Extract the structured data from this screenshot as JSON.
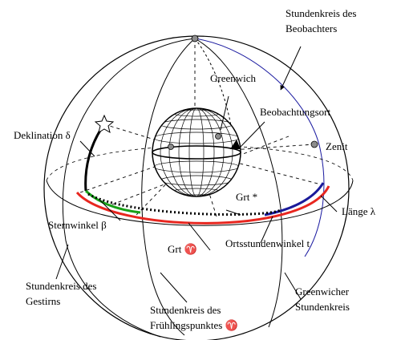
{
  "labels": {
    "stundenkreis_beobachter": [
      "Stundenkreis des",
      "Beobachters"
    ],
    "greenwich": "Greenwich",
    "beobachtungsort": "Beobachtungsort",
    "zenit": "Zenit",
    "deklination": "Deklination δ",
    "sternwinkel": "Sternwinkel β",
    "grt_star": "Grt *",
    "laenge": "Länge λ",
    "ortsstundenwinkel": "Ortsstundenwinkel t",
    "grt_aries": "Grt ♈",
    "stundenkreis_gestirn": [
      "Stundenkreis des",
      "Gestirns"
    ],
    "stundenkreis_fruehling": [
      "Stundenkreis des",
      "Frühlingspunktes ♈"
    ],
    "greenwicher_stundenkreis": [
      "Greenwicher",
      "Stundenkreis"
    ]
  },
  "colors": {
    "line": "#000000",
    "observer_meridian": "#1a1aa0",
    "sternwinkel_arc": "#18a018",
    "ortsstundenwinkel_arc": "#e8261f",
    "laenge_arc": "#1a1a9a",
    "point_fill": "#8c8c8c"
  }
}
